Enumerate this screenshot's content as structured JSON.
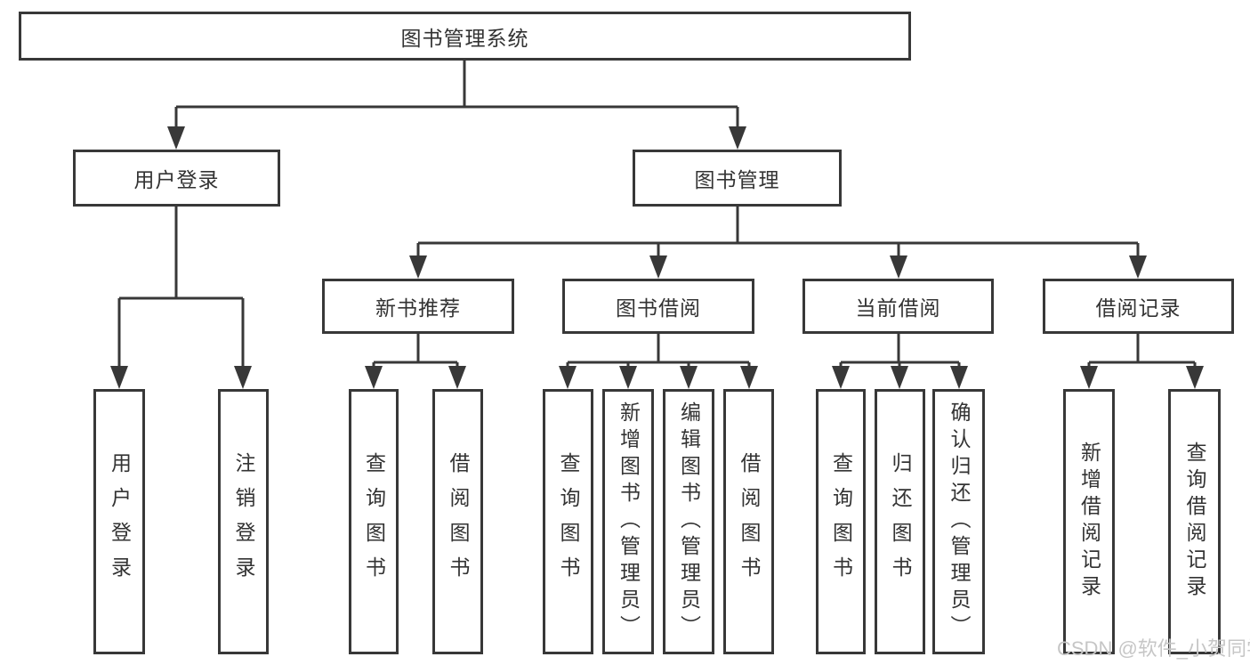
{
  "diagram": {
    "root": "图书管理系统",
    "user_login": {
      "label": "用户登录",
      "children": [
        "用户登录",
        "注销登录"
      ]
    },
    "book_mgmt": {
      "label": "图书管理",
      "children": {
        "new_book": {
          "label": "新书推荐",
          "children": [
            "查询图书",
            "借阅图书"
          ]
        },
        "borrow": {
          "label": "图书借阅",
          "children": [
            "查询图书",
            "新增图书（管理员）",
            "编辑图书（管理员）",
            "借阅图书"
          ]
        },
        "current": {
          "label": "当前借阅",
          "children": [
            "查询图书",
            "归还图书",
            "确认归还（管理员）"
          ]
        },
        "records": {
          "label": "借阅记录",
          "children": [
            "新增借阅记录",
            "查询借阅记录"
          ]
        }
      }
    }
  },
  "watermark": "CSDN @软件_小贺同学",
  "colors": {
    "line": "#383838",
    "text": "#333333",
    "background": "#ffffff",
    "watermark": "#c6c6c6"
  }
}
